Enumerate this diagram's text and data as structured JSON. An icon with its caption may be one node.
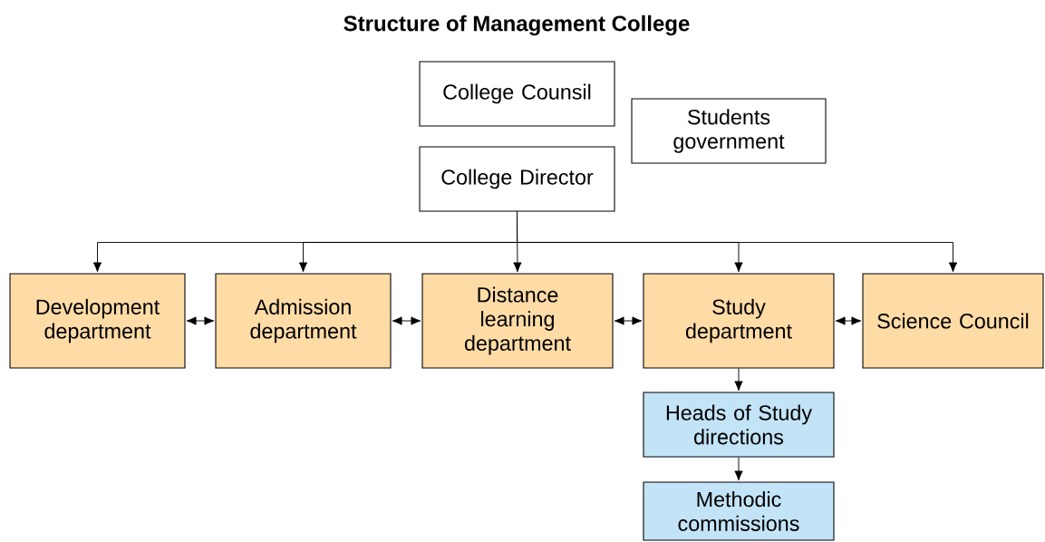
{
  "diagram": {
    "title": "Structure of Management College",
    "nodes": [
      {
        "text": [
          "College Counsil"
        ]
      },
      {
        "text": [
          "Students government"
        ]
      },
      {
        "text": [
          "College Director"
        ]
      },
      {
        "text": [
          "Development department"
        ]
      },
      {
        "text": [
          "Admission department"
        ]
      },
      {
        "text": [
          "Distance learning department"
        ]
      },
      {
        "text": [
          "Study department"
        ]
      },
      {
        "text": [
          "Science Council"
        ]
      },
      {
        "text": [
          "Heads of Study directions"
        ]
      },
      {
        "text": [
          "Methodic commissions"
        ]
      }
    ],
    "edges": [
      {
        "from": 2,
        "to": 3,
        "arrow": "to"
      },
      {
        "from": 2,
        "to": 4,
        "arrow": "to"
      },
      {
        "from": 2,
        "to": 5,
        "arrow": "to"
      },
      {
        "from": 2,
        "to": 6,
        "arrow": "to"
      },
      {
        "from": 2,
        "to": 7,
        "arrow": "to"
      },
      {
        "from": 3,
        "to": 4,
        "arrow": "both"
      },
      {
        "from": 4,
        "to": 5,
        "arrow": "both"
      },
      {
        "from": 5,
        "to": 6,
        "arrow": "both"
      },
      {
        "from": 6,
        "to": 7,
        "arrow": "both"
      },
      {
        "from": 6,
        "to": 8,
        "arrow": "to"
      },
      {
        "from": 8,
        "to": 9,
        "arrow": "to"
      }
    ]
  }
}
